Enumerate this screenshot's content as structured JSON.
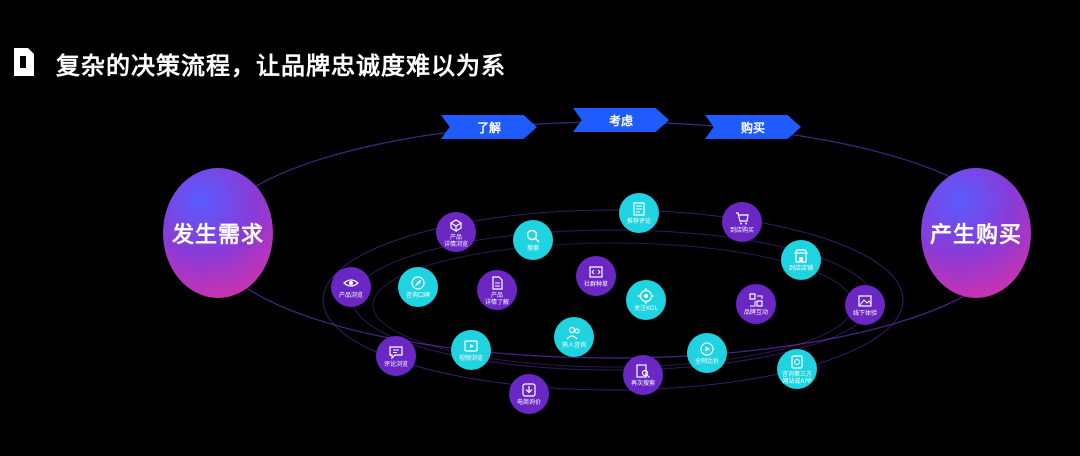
{
  "title": "复杂的决策流程，让品牌忠诚度难以为系",
  "left_circle": "发生需求",
  "right_circle": "产生购买",
  "stages": [
    "了解",
    "考虑",
    "购买"
  ],
  "colors": {
    "cyan": "#1fd3e0",
    "purple": "#6a27c4",
    "arrow": "#1f5bff",
    "ring": "#7b3fe4"
  },
  "nodes": [
    {
      "id": "n1",
      "label": "产品\n详情浏览",
      "icon": "box-icon",
      "color": "purple"
    },
    {
      "id": "n2",
      "label": "搜索",
      "icon": "search-icon",
      "color": "cyan"
    },
    {
      "id": "n3",
      "label": "推荐评论",
      "icon": "document-icon",
      "color": "cyan"
    },
    {
      "id": "n4",
      "label": "到店购买",
      "icon": "cart-icon",
      "color": "purple"
    },
    {
      "id": "n5",
      "label": "到店店铺",
      "icon": "store-icon",
      "color": "cyan"
    },
    {
      "id": "n6",
      "label": "产品浏览",
      "icon": "eye-icon",
      "color": "purple"
    },
    {
      "id": "n7",
      "label": "咨询口碑",
      "icon": "leaf-icon",
      "color": "cyan"
    },
    {
      "id": "n8",
      "label": "产品\n详情了解",
      "icon": "file-icon",
      "color": "purple"
    },
    {
      "id": "n9",
      "label": "社群种草",
      "icon": "code-icon",
      "color": "purple"
    },
    {
      "id": "n10",
      "label": "关注KOL",
      "icon": "target-icon",
      "color": "cyan"
    },
    {
      "id": "n11",
      "label": "品牌互动",
      "icon": "interact-icon",
      "color": "purple"
    },
    {
      "id": "n12",
      "label": "线下体验",
      "icon": "image-icon",
      "color": "purple"
    },
    {
      "id": "n13",
      "label": "评论浏览",
      "icon": "comment-icon",
      "color": "purple"
    },
    {
      "id": "n14",
      "label": "视频浏览",
      "icon": "video-icon",
      "color": "cyan"
    },
    {
      "id": "n15",
      "label": "熟人咨询",
      "icon": "people-icon",
      "color": "cyan"
    },
    {
      "id": "n16",
      "label": "再次搜索",
      "icon": "search-doc-icon",
      "color": "purple"
    },
    {
      "id": "n17",
      "label": "全网比价",
      "icon": "play-icon",
      "color": "cyan"
    },
    {
      "id": "n18",
      "label": "咨询第三方\n网站或APP",
      "icon": "app-icon",
      "color": "cyan"
    },
    {
      "id": "n19",
      "label": "电商询价",
      "icon": "download-icon",
      "color": "purple"
    }
  ]
}
